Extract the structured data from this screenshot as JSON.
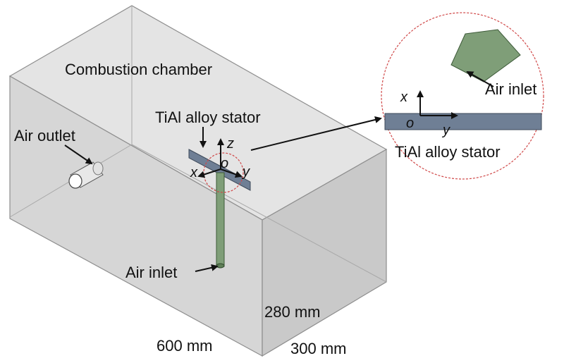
{
  "labels": {
    "chamber": "Combustion chamber",
    "stator": "TiAl alloy stator",
    "air_outlet": "Air outlet",
    "air_inlet": "Air inlet",
    "inset_air_inlet": "Air inlet",
    "inset_stator": "TiAl alloy stator",
    "dim_height": "280 mm",
    "dim_length": "600 mm",
    "dim_width": "300 mm"
  },
  "axes": {
    "main": {
      "z": "z",
      "x": "x",
      "y": "y",
      "origin": "o"
    },
    "inset": {
      "x": "x",
      "y": "y",
      "origin": "o"
    }
  },
  "colors": {
    "chamber_fill": "#dcdcdc",
    "chamber_edge": "#9a9a9a",
    "stator": "#6f7f95",
    "inlet_pipe": "#7f9e78",
    "zoom_circle": "#d04848"
  }
}
